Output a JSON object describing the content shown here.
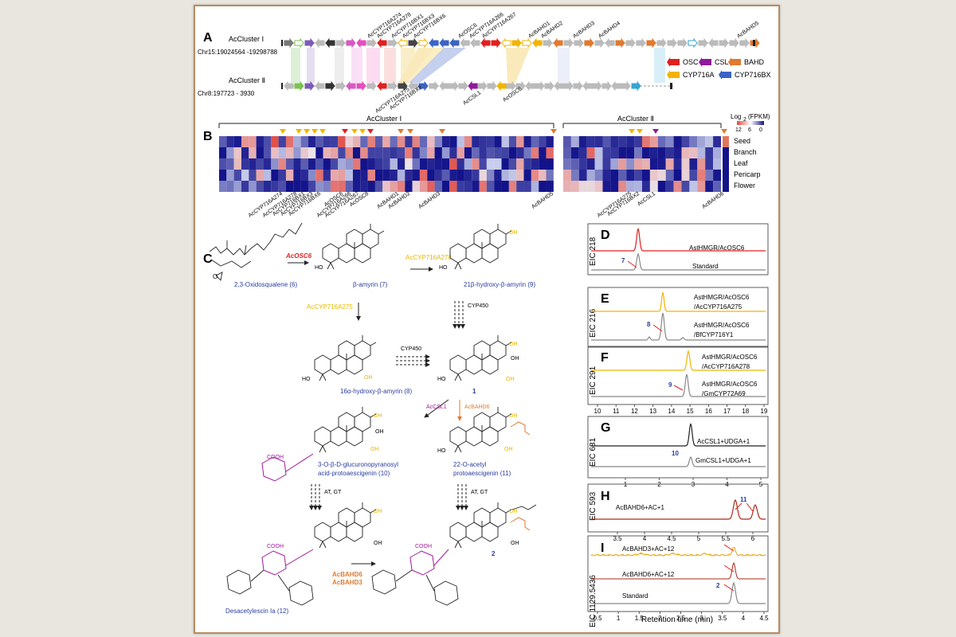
{
  "panels": {
    "A": {
      "label": "A",
      "cluster1_name": "AcCluster Ⅰ",
      "cluster1_loc": "Chr15:19024564 -19298788",
      "cluster2_name": "AcCluster Ⅱ",
      "cluster2_loc": "Chr8:197723 - 3930",
      "top_genes": [
        "AcCYP716A274",
        "AcCYP716A278",
        "AcCYP716BX1",
        "AcCYP716BX3",
        "AcCYP716BX6",
        "AcOSC6",
        "AcCYP716A266",
        "AcCYP716A267",
        "AcBAHD1",
        "AcBAHD2",
        "AcBAHD3",
        "AcBAHD4",
        "AcBAHD5"
      ],
      "bottom_genes": [
        "AcCYP716A275",
        "AcCYP716BX2",
        "AcCSL1",
        "AcOSC6"
      ],
      "legend": [
        {
          "label": "OSC",
          "color": "#e02020"
        },
        {
          "label": "CSL",
          "color": "#8e1b9a"
        },
        {
          "label": "BAHD",
          "color": "#e07a30"
        },
        {
          "label": "CYP716A",
          "color": "#f2b400"
        },
        {
          "label": "CYP716BX",
          "color": "#3b63c4"
        }
      ]
    },
    "B": {
      "label": "B",
      "cluster1": "AcCluster Ⅰ",
      "cluster2": "AcCluster Ⅱ",
      "scale_title": "Log",
      "scale_sub": "2",
      "scale_unit": "(FPKM)",
      "scale_ticks": [
        "12",
        "6",
        "0"
      ],
      "tissues": [
        "Seed",
        "Branch",
        "Leaf",
        "Pericarp",
        "Flower"
      ],
      "gene_labels1": [
        "AcCYP716A274",
        "AcCYP716A278",
        "AcCYP716BX1",
        "AcCYP716BX3",
        "AcCYP716BX6",
        "AcOSC6",
        "AcCYP716A266",
        "AcCYP716A267",
        "AcOSC8",
        "AcBAHD1",
        "AcBAHD2",
        "AcBAHD3",
        "AcBAHD5"
      ],
      "gene_labels2": [
        "AcCYP716A275",
        "AcCYP716BX2",
        "AcCSL1",
        "AcBAHD6"
      ]
    },
    "C": {
      "label": "C",
      "enz_osc6": "AcOSC6",
      "enz_a278": "AcCYP716A278",
      "enz_a275": "AcCYP716A275",
      "cyp450": "CYP450",
      "enz_csl1": "AcCSL1",
      "enz_bahd6": "AcBAHD6",
      "at_gt": "AT, GT",
      "bahd_pair_1": "AcBAHD6",
      "bahd_pair_2": "AcBAHD3",
      "cmpd_6": "2,3-Oxidosqualene (6)",
      "cmpd_7": "β-amyrin (7)",
      "cmpd_9": "21β-hydroxy-β-amyrin (9)",
      "cmpd_8": "16α-hydroxy-β-amyrin (8)",
      "cmpd_1": "1",
      "cmpd_10a": "3-O-β-D-glucuronopyranosyl",
      "cmpd_10b": "acid-protoaescigenin (10)",
      "cmpd_11a": "22-O-acetyl",
      "cmpd_11b": "protoaescigenin (11)",
      "cmpd_12": "Desacetylescin Ia (12)",
      "cmpd_2": "2",
      "oh": "OH",
      "cooh": "COOH"
    },
    "D": {
      "label": "D",
      "eic": "EIC 218",
      "trace1": "AstHMGR/AcOSC6",
      "trace2": "Standard",
      "mark": "7"
    },
    "E": {
      "label": "E",
      "eic": "EIC 216",
      "trace1a": "AstHMGR/AcOSC6",
      "trace1b": "/AcCYP716A275",
      "trace2a": "AstHMGR/AcOSC6",
      "trace2b": "/BfCYP716Y1",
      "mark": "8"
    },
    "F": {
      "label": "F",
      "eic": "EIC 291",
      "trace1a": "AstHMGR/AcOSC6",
      "trace1b": "/AcCYP716A278",
      "trace2a": "AstHMGR/AcOSC6",
      "trace2b": "/GmCYP72A69",
      "mark": "9"
    },
    "G": {
      "label": "G",
      "eic": "EIC 681",
      "trace1": "AcCSL1+UDGA+1",
      "trace2": "GmCSL1+UDGA+1",
      "mark": "10"
    },
    "H": {
      "label": "H",
      "eic": "EIC 593",
      "trace1": "AcBAHD6+AC+1",
      "mark": "11"
    },
    "I": {
      "label": "I",
      "eic": "EIC 1129.5436",
      "trace1": "AcBAHD3+AC+12",
      "trace2": "AcBAHD6+AC+12",
      "trace3": "Standard",
      "mark": "2",
      "xlabel": "Retention time (min)"
    }
  },
  "axes": {
    "DEF_ticks": [
      "10",
      "11",
      "12",
      "13",
      "14",
      "15",
      "16",
      "17",
      "18",
      "19"
    ],
    "G_ticks": [
      "1",
      "2",
      "3",
      "4",
      "5"
    ],
    "H_ticks": [
      "3.5",
      "4",
      "4.5",
      "5",
      "5.5",
      "6"
    ],
    "I_ticks": [
      "0.5",
      "1",
      "1.5",
      "2",
      "2.5",
      "3",
      "3.5",
      "4",
      "4.5"
    ]
  }
}
